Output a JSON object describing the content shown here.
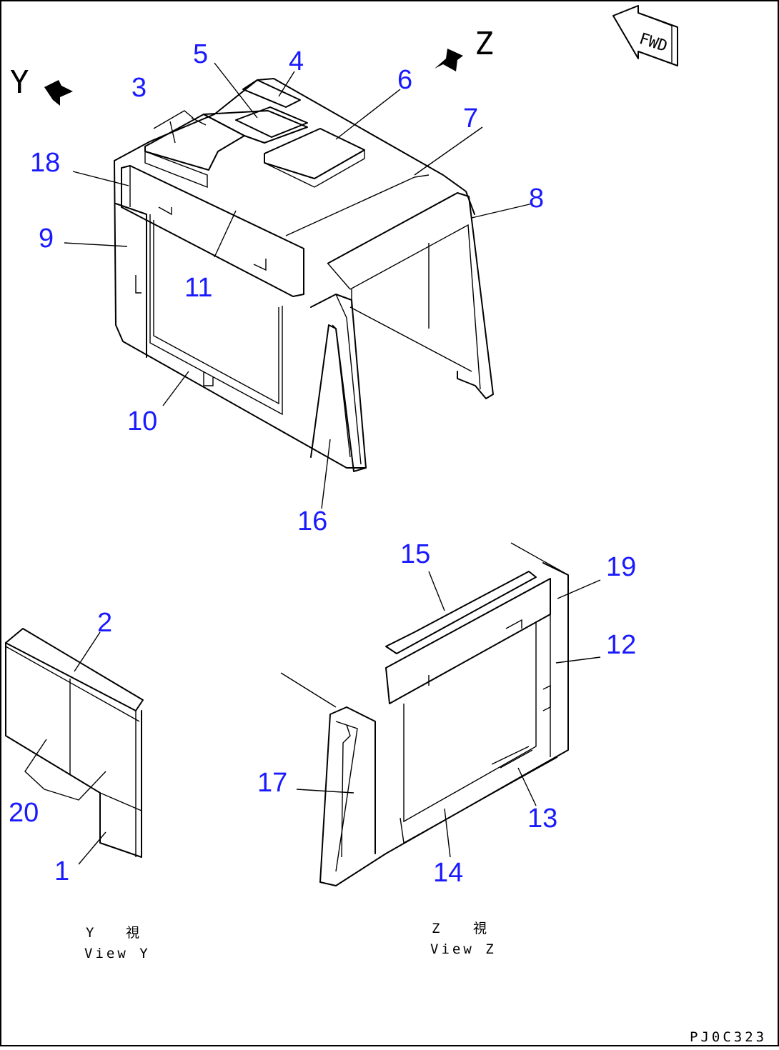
{
  "diagram": {
    "direction_marker": "FWD",
    "view_letters": {
      "y": "Y",
      "z": "Z"
    },
    "views": {
      "y": {
        "kanji": "視",
        "letter": "Y",
        "caption": "View Y"
      },
      "z": {
        "kanji": "視",
        "letter": "Z",
        "caption": "View Z"
      }
    },
    "drawing_code": "PJ0C323",
    "callouts": [
      "1",
      "2",
      "3",
      "4",
      "5",
      "6",
      "7",
      "8",
      "9",
      "10",
      "11",
      "12",
      "13",
      "14",
      "15",
      "16",
      "17",
      "18",
      "19",
      "20"
    ],
    "colors": {
      "callout": "#1a1aff",
      "line": "#000000",
      "background": "#ffffff"
    }
  }
}
